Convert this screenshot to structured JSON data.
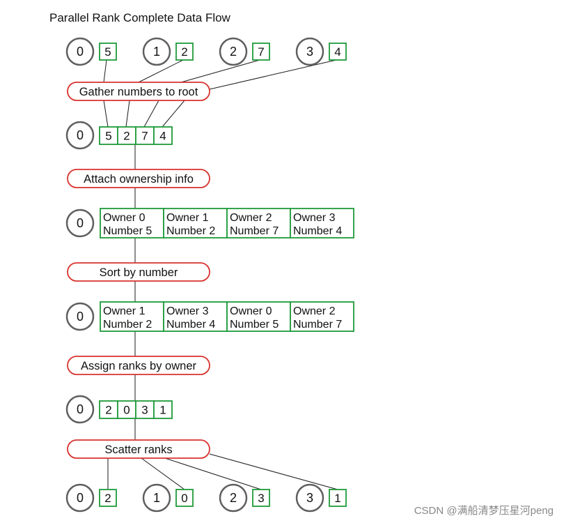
{
  "title": "Parallel Rank Complete Data Flow",
  "colors": {
    "circle": "#5f5f5f",
    "box": "#1f9a3a",
    "step": "#d8322e",
    "line": "#1a1a1a"
  },
  "steps": [
    "Gather numbers to root",
    "Attach ownership info",
    "Sort by number",
    "Assign ranks by owner",
    "Scatter ranks"
  ],
  "input_processes": [
    {
      "rank": "0",
      "value": "5"
    },
    {
      "rank": "1",
      "value": "2"
    },
    {
      "rank": "2",
      "value": "7"
    },
    {
      "rank": "3",
      "value": "4"
    }
  ],
  "gathered": {
    "rank": "0",
    "values": [
      "5",
      "2",
      "7",
      "4"
    ]
  },
  "owned": {
    "rank": "0",
    "cells": [
      {
        "owner": "Owner 0",
        "number": "Number 5"
      },
      {
        "owner": "Owner 1",
        "number": "Number 2"
      },
      {
        "owner": "Owner 2",
        "number": "Number 7"
      },
      {
        "owner": "Owner 3",
        "number": "Number 4"
      }
    ]
  },
  "sorted": {
    "rank": "0",
    "cells": [
      {
        "owner": "Owner 1",
        "number": "Number 2"
      },
      {
        "owner": "Owner 3",
        "number": "Number 4"
      },
      {
        "owner": "Owner 0",
        "number": "Number 5"
      },
      {
        "owner": "Owner 2",
        "number": "Number 7"
      }
    ]
  },
  "assigned": {
    "rank": "0",
    "values": [
      "2",
      "0",
      "3",
      "1"
    ]
  },
  "output_processes": [
    {
      "rank": "0",
      "value": "2"
    },
    {
      "rank": "1",
      "value": "0"
    },
    {
      "rank": "2",
      "value": "3"
    },
    {
      "rank": "3",
      "value": "1"
    }
  ],
  "watermark": "CSDN @满船清梦压星河peng"
}
